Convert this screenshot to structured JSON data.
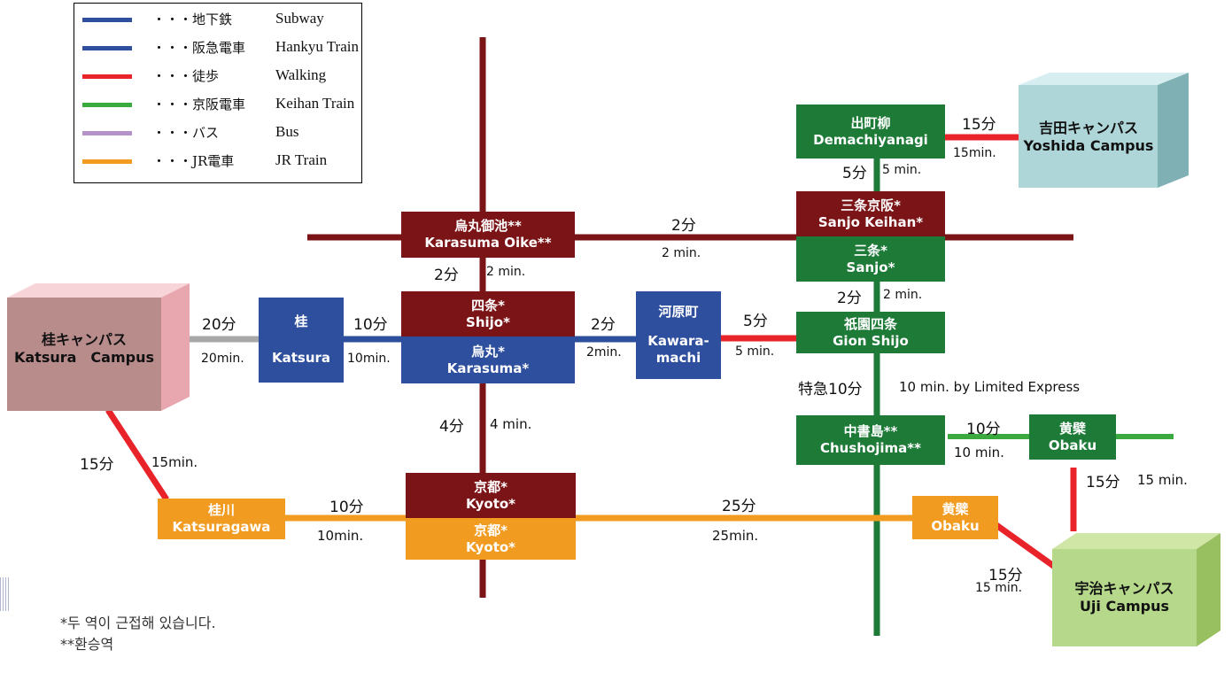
{
  "legend": [
    {
      "color": "#2e4f9e",
      "jp": "・・・地下鉄",
      "en": "Subway"
    },
    {
      "color": "#2e4f9e",
      "jp": "・・・阪急電車",
      "en": "Hankyu Train"
    },
    {
      "color": "#e8232a",
      "jp": "・・・徒歩",
      "en": "Walking"
    },
    {
      "color": "#3aaa3e",
      "jp": "・・・京阪電車",
      "en": "Keihan Train"
    },
    {
      "color": "#b592c9",
      "jp": "・・・バス",
      "en": "Bus"
    },
    {
      "color": "#f29b21",
      "jp": "・・・JR電車",
      "en": "JR Train"
    }
  ],
  "colors": {
    "maroon": "#7b1416",
    "blue": "#2e4f9e",
    "green": "#1d7a37",
    "orange": "#f29b21",
    "red": "#e8232a",
    "gray": "#a8a8a8"
  },
  "stations": {
    "demachiyanagi": {
      "jp": "出町柳",
      "en": "Demachiyanagi"
    },
    "sanjo_keihan": {
      "jp": "三条京阪*",
      "en": "Sanjo Keihan*"
    },
    "sanjo": {
      "jp": "三条*",
      "en": "Sanjo*"
    },
    "gion_shijo": {
      "jp": "祇園四条",
      "en": "Gion Shijo"
    },
    "chushojima": {
      "jp": "中書島**",
      "en": "Chushojima**"
    },
    "obaku_keihan": {
      "jp": "黄檗",
      "en": "Obaku"
    },
    "obaku_jr": {
      "jp": "黄檗",
      "en": "Obaku"
    },
    "karasuma_oike": {
      "jp": "烏丸御池**",
      "en": "Karasuma Oike**"
    },
    "shijo": {
      "jp": "四条*",
      "en": "Shijo*"
    },
    "karasuma": {
      "jp": "烏丸*",
      "en": "Karasuma*"
    },
    "kawaramachi": {
      "jp": "河原町",
      "en": "Kawara-machi"
    },
    "katsura": {
      "jp": "桂",
      "en": "Katsura"
    },
    "kyoto_subway": {
      "jp": "京都*",
      "en": "Kyoto*"
    },
    "kyoto_jr": {
      "jp": "京都*",
      "en": "Kyoto*"
    },
    "katsuragawa": {
      "jp": "桂川",
      "en": "Katsuragawa"
    }
  },
  "campuses": {
    "yoshida": {
      "jp": "吉田キャンパス",
      "en": "Yoshida Campus"
    },
    "katsura": {
      "jp": "桂キャンパス",
      "en": "Katsura　Campus"
    },
    "uji": {
      "jp": "宇治キャンパス",
      "en": "Uji Campus"
    }
  },
  "times": {
    "demachi_yoshida_jp": "15分",
    "demachi_yoshida_en": "15min.",
    "demachi_sanjo_jp": "5分",
    "demachi_sanjo_en": "5 min.",
    "oike_sanjo_jp": "2分",
    "oike_sanjo_en": "2 min.",
    "oike_shijo_jp": "2分",
    "oike_shijo_en": "2 min.",
    "sanjo_gion_jp": "2分",
    "sanjo_gion_en": "2 min.",
    "campus_katsura_jp": "20分",
    "campus_katsura_en": "20min.",
    "katsura_shijo_jp": "10分",
    "katsura_shijo_en": "10min.",
    "shijo_kawaramachi_jp": "2分",
    "shijo_kawaramachi_en": "2min.",
    "kawaramachi_gion_jp": "5分",
    "kawaramachi_gion_en": "5 min.",
    "express_jp": "特急10分",
    "express_en": "10 min. by Limited Express",
    "shijo_kyoto_jp": "4分",
    "shijo_kyoto_en": "4 min.",
    "chusho_obaku_jp": "10分",
    "chusho_obaku_en": "10 min.",
    "obaku_uji_jp": "15分",
    "obaku_uji_en": "15 min.",
    "campus_katsuragawa_jp": "15分",
    "campus_katsuragawa_en": "15min.",
    "katsuragawa_kyoto_jp": "10分",
    "katsuragawa_kyoto_en": "10min.",
    "kyoto_obaku_jp": "25分",
    "kyoto_obaku_en": "25min.",
    "obakujr_uji_jp": "15分",
    "obakujr_uji_en": "15 min."
  },
  "notes": {
    "adjacent": "*두 역이 근접해 있습니다.",
    "transfer": "**환승역"
  }
}
